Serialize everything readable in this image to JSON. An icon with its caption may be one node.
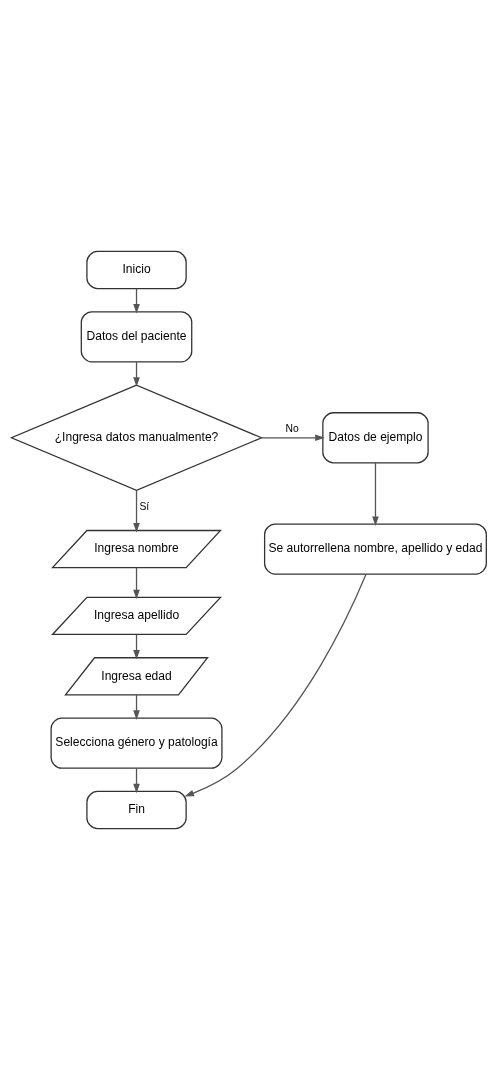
{
  "diagram": {
    "nodes": [
      {
        "text": [
          "Inicio"
        ]
      },
      {
        "text": [
          "Datos del paciente"
        ]
      },
      {
        "text": [
          "¿Ingresa datos manualmente?"
        ]
      },
      {
        "text": [
          "Datos de ejemplo"
        ]
      },
      {
        "text": [
          "Se autorrellena nombre, apellido y edad"
        ]
      },
      {
        "text": [
          "Ingresa nombre"
        ]
      },
      {
        "text": [
          "Ingresa apellido"
        ]
      },
      {
        "text": [
          "Ingresa edad"
        ]
      },
      {
        "text": [
          "Selecciona género y patología"
        ]
      },
      {
        "text": [
          "Fin"
        ]
      }
    ],
    "edges": [
      {
        "from": 0,
        "to": 1,
        "arrow": "to"
      },
      {
        "from": 1,
        "to": 2,
        "arrow": "to"
      },
      {
        "from": 2,
        "to": 3,
        "arrow": "to",
        "label": "No"
      },
      {
        "from": 3,
        "to": 4,
        "arrow": "to"
      },
      {
        "from": 2,
        "to": 5,
        "arrow": "to",
        "label": "Sí"
      },
      {
        "from": 5,
        "to": 6,
        "arrow": "to"
      },
      {
        "from": 6,
        "to": 7,
        "arrow": "to"
      },
      {
        "from": 7,
        "to": 8,
        "arrow": "to"
      },
      {
        "from": 8,
        "to": 9,
        "arrow": "to"
      },
      {
        "from": 4,
        "to": 9,
        "arrow": "to"
      }
    ]
  }
}
